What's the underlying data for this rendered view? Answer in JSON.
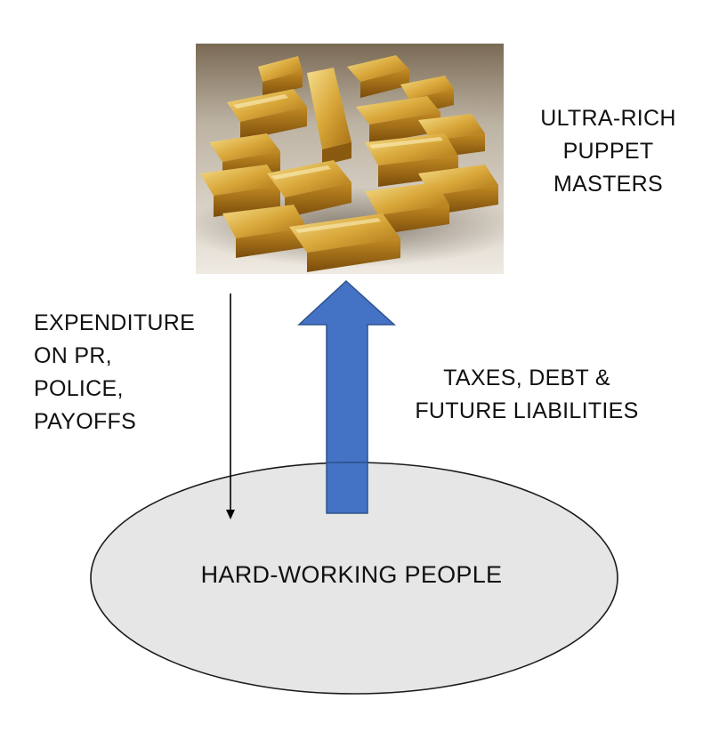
{
  "diagram": {
    "top_label_lines": [
      "ULTRA-RICH",
      "PUPPET",
      "MASTERS"
    ],
    "left_label_lines": [
      "EXPENDITURE",
      "ON PR,",
      "POLICE,",
      "PAYOFFS"
    ],
    "right_label_lines": [
      "TAXES, DEBT &",
      "FUTURE LIABILITIES"
    ],
    "bottom_label": "HARD-WORKING PEOPLE",
    "colors": {
      "up_arrow_fill": "#4472C4",
      "up_arrow_stroke": "#2F528F",
      "ellipse_fill": "#E7E6E6",
      "ellipse_stroke": "#1a1a1a",
      "down_arrow": "#000000",
      "gold_base": "#C8962A"
    }
  }
}
